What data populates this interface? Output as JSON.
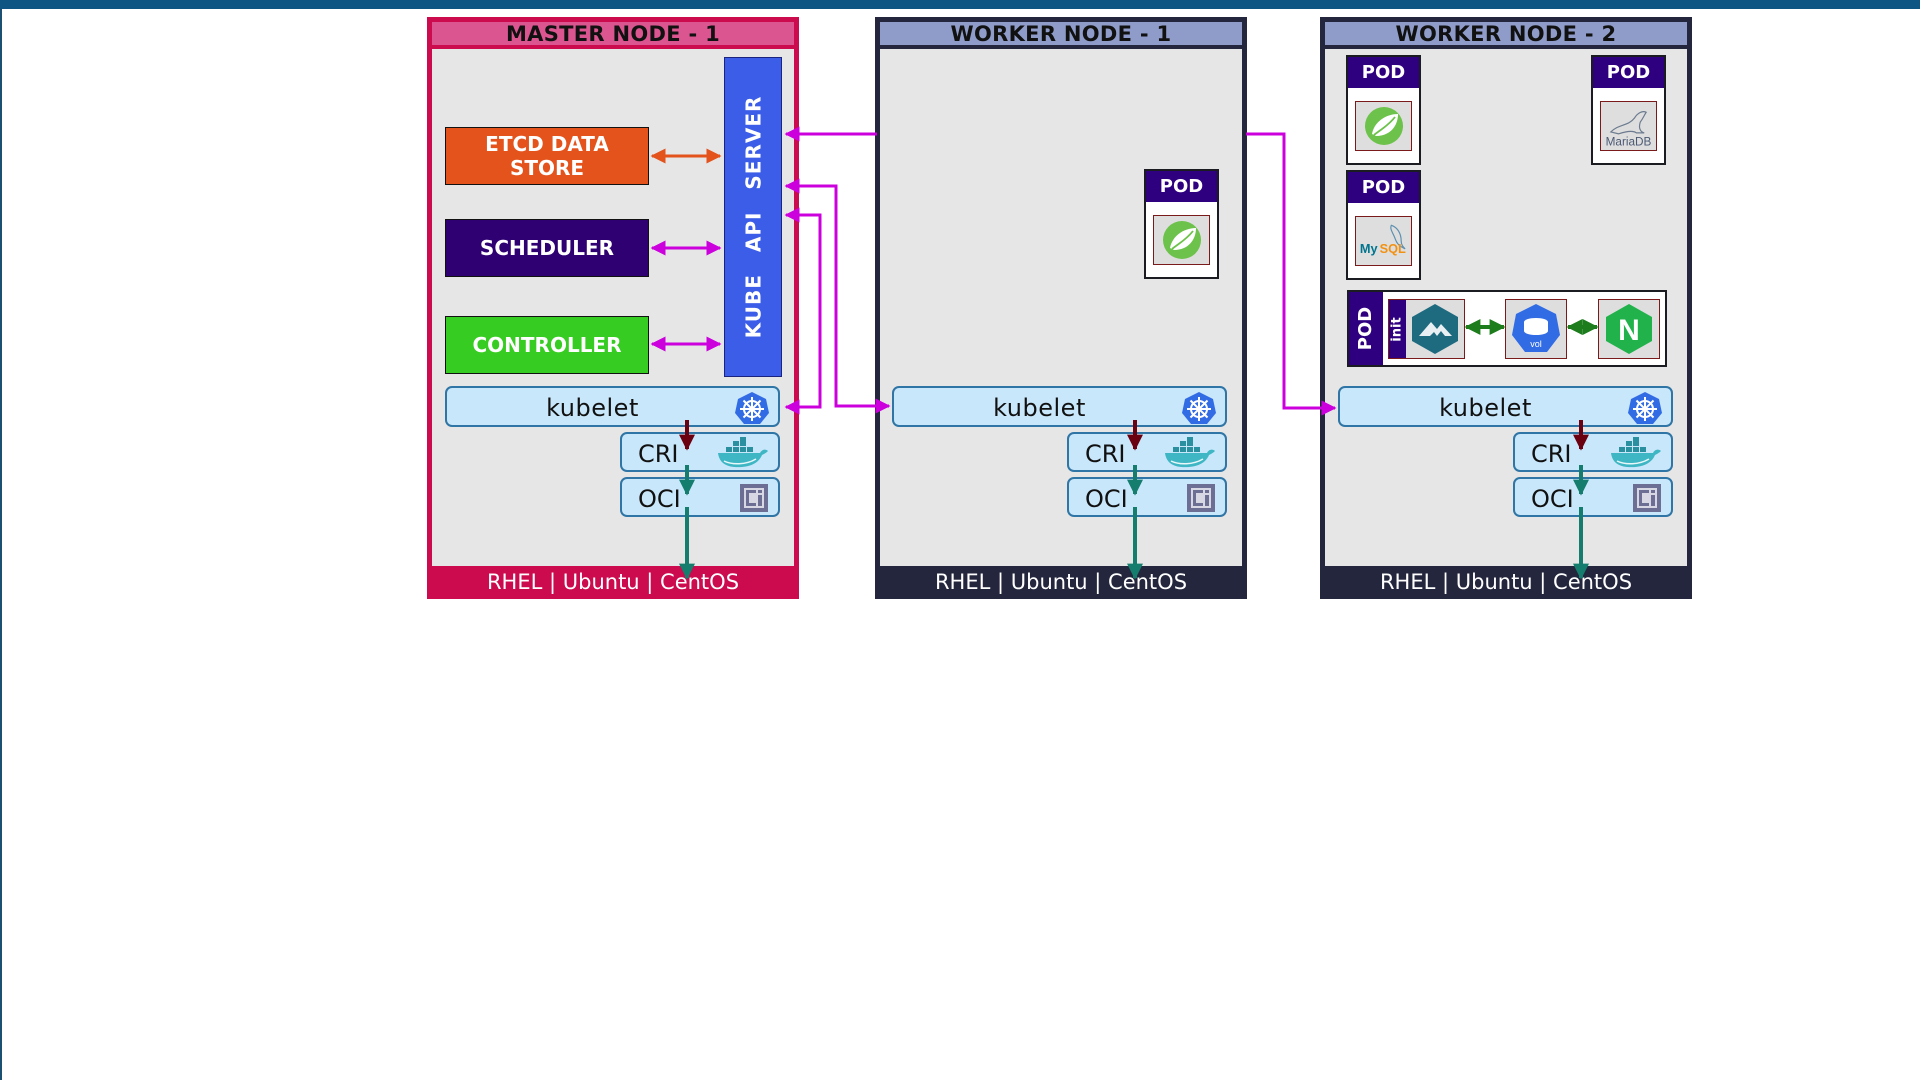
{
  "colors": {
    "topbar": "#0f5583",
    "master_border": "#cc0a4e",
    "master_header": "#db5590",
    "worker_border": "#24263d",
    "worker_header": "#8f9cc9",
    "node_body": "#e6e6e6",
    "etcd": "#e3531b",
    "scheduler": "#2e0072",
    "controller": "#37cc21",
    "api_server": "#3b5de7",
    "pod_header": "#2e0080",
    "control_arrow": "#cc00dd",
    "etcd_arrow": "#e3531b",
    "kubelet_to_cri_arrow": "#6b0010",
    "runtime_arrow": "#157d6d",
    "pod_container_arrow": "#1d7d1d"
  },
  "master": {
    "title": "MASTER NODE - 1",
    "etcd_label": "ETCD DATA STORE",
    "scheduler_label": "SCHEDULER",
    "controller_label": "CONTROLLER",
    "api_server_label": "KUBE API SERVER",
    "kubelet_label": "kubelet",
    "cri_label": "CRI",
    "oci_label": "OCI",
    "os_label": "RHEL | Ubuntu | CentOS"
  },
  "worker1": {
    "title": "WORKER NODE - 1",
    "pods": [
      {
        "label": "POD",
        "icon": "spring-icon"
      }
    ],
    "kubelet_label": "kubelet",
    "cri_label": "CRI",
    "oci_label": "OCI",
    "os_label": "RHEL | Ubuntu | CentOS"
  },
  "worker2": {
    "title": "WORKER NODE - 2",
    "pods": [
      {
        "label": "POD",
        "icon": "spring-icon"
      },
      {
        "label": "POD",
        "icon": "mariadb-icon",
        "icon_text": "MariaDB"
      },
      {
        "label": "POD",
        "icon": "mysql-icon",
        "icon_text": "MySQL"
      }
    ],
    "multi_pod": {
      "label": "POD",
      "init_label": "init",
      "containers": [
        {
          "icon": "init-container-icon"
        },
        {
          "icon": "volume-icon",
          "icon_text": "vol"
        },
        {
          "icon": "nginx-icon",
          "icon_text": "N"
        }
      ]
    },
    "kubelet_label": "kubelet",
    "cri_label": "CRI",
    "oci_label": "OCI",
    "os_label": "RHEL | Ubuntu | CentOS"
  }
}
